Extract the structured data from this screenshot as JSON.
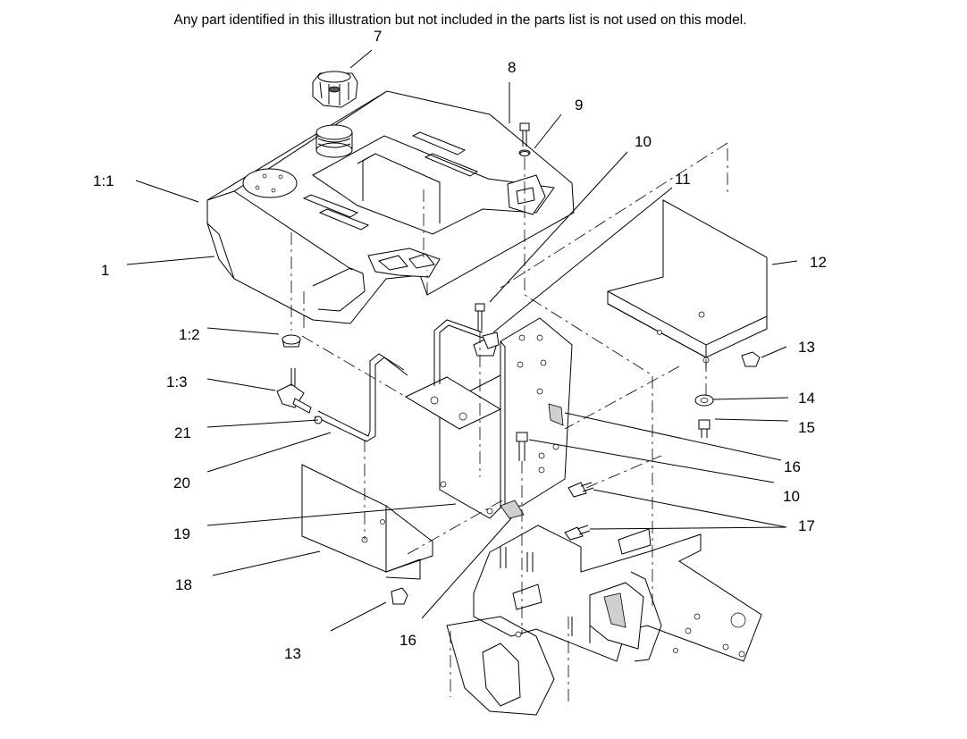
{
  "note": "Any part identified in this illustration but not included in the parts list is not used on this model.",
  "callouts": {
    "c7": "7",
    "c8": "8",
    "c9": "9",
    "c10a": "10",
    "c11": "11",
    "c1_1": "1:1",
    "c12": "12",
    "c1": "1",
    "c1_2": "1:2",
    "c13a": "13",
    "c1_3": "1:3",
    "c14": "14",
    "c15": "15",
    "c21": "21",
    "c16a": "16",
    "c20": "20",
    "c10b": "10",
    "c17": "17",
    "c19": "19",
    "c18": "18",
    "c16b": "16",
    "c13b": "13"
  }
}
